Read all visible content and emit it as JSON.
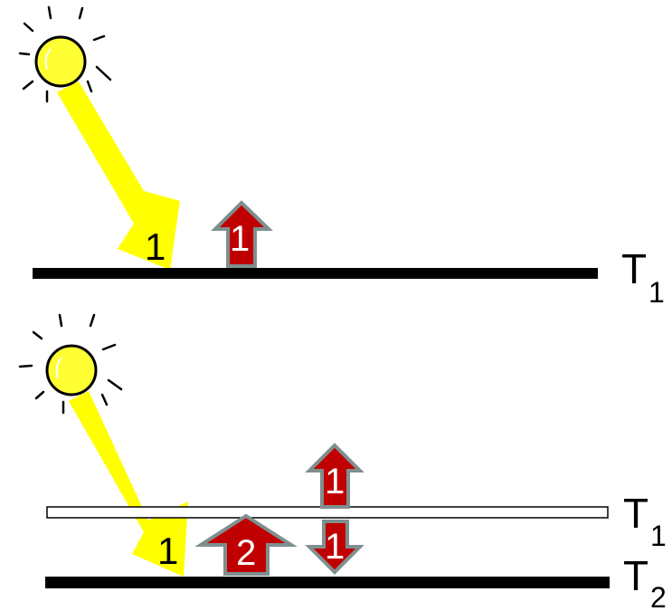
{
  "colors": {
    "sun_fill": "#ffff33",
    "sun_outline": "#000000",
    "solar_beam": "#ffff00",
    "heat_arrow_fill": "#c00000",
    "heat_arrow_outline": "#7f8f8f",
    "surface": "#000000",
    "atmosphere_layer_fill": "#ffffff"
  },
  "icons": {
    "sun": "sun-icon"
  },
  "top_panel": {
    "solar_label": "1",
    "emission_up_label": "1",
    "surface_temp": {
      "main": "T",
      "sub": "1"
    }
  },
  "bottom_panel": {
    "solar_label": "1",
    "surface_emission_label": "2",
    "layer_emission_up_label": "1",
    "layer_emission_down_label": "1",
    "layer_temp": {
      "main": "T",
      "sub": "1"
    },
    "surface_temp": {
      "main": "T",
      "sub": "2"
    }
  }
}
